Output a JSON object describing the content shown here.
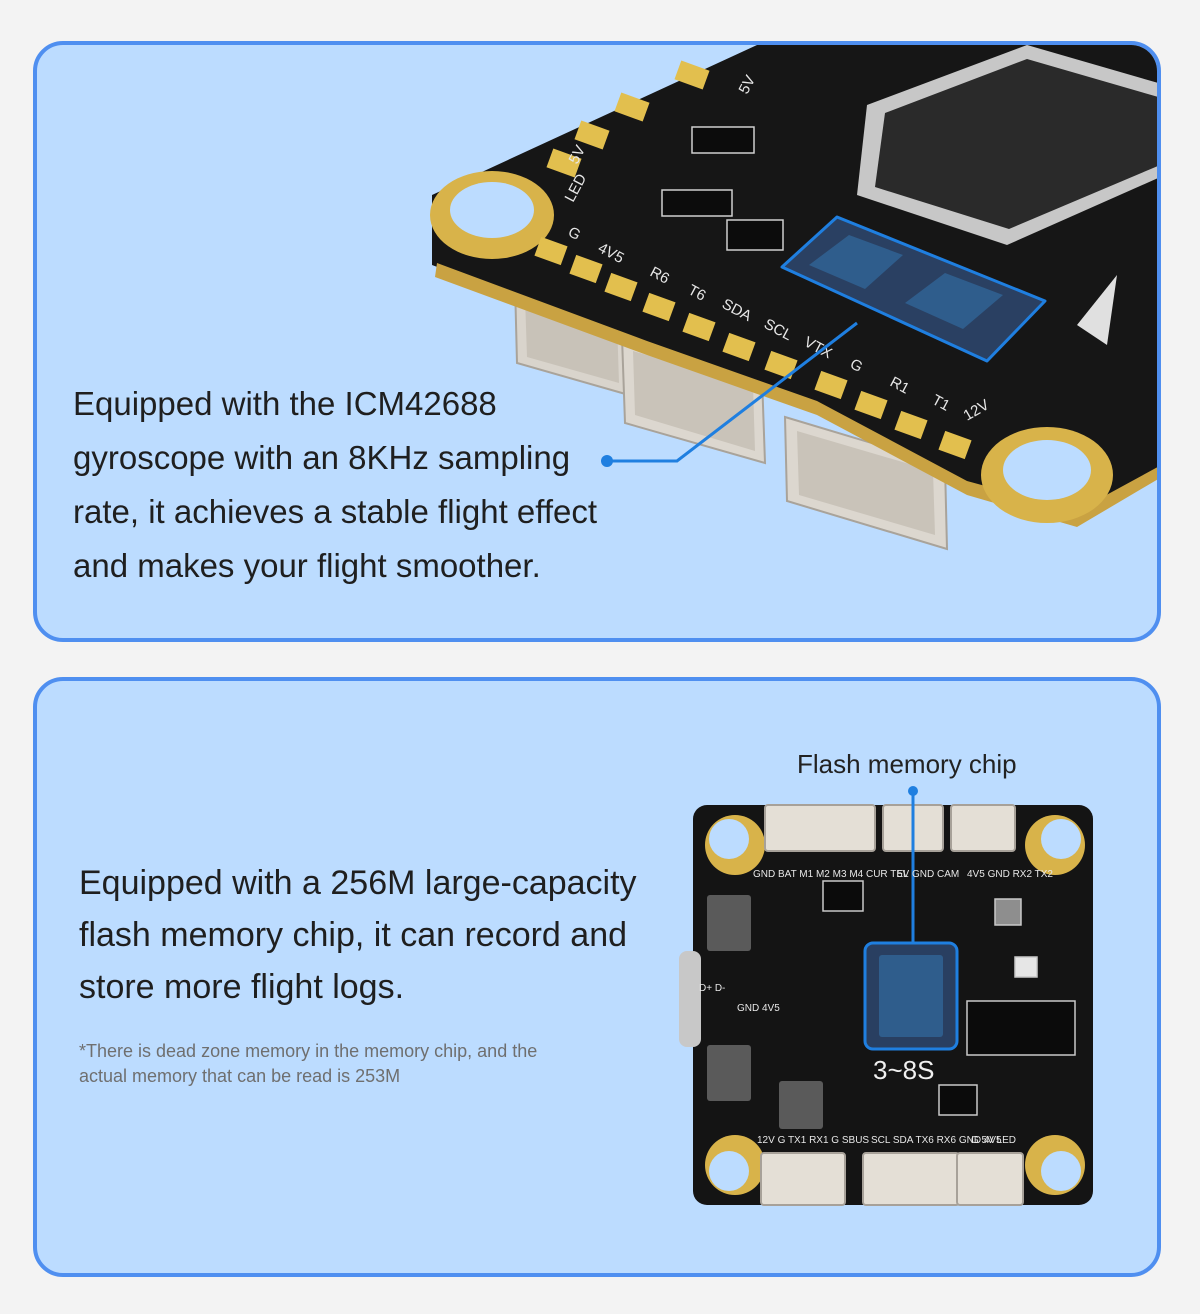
{
  "top_section": {
    "description": "Equipped with the ICM42688 gyroscope with an 8KHz sampling rate, it achieves a stable flight effect and makes your flight smoother.",
    "board_labels": [
      "G",
      "4V5",
      "R6",
      "T6",
      "SDA",
      "SCL",
      "VTX",
      "G",
      "R1",
      "T1",
      "12V",
      "5V",
      "LED",
      "5V"
    ]
  },
  "bottom_section": {
    "description": "Equipped with a 256M large-capacity flash memory chip, it can record and store more flight logs.",
    "footnote": "*There is dead zone memory in the memory chip, and the actual memory that can be read is 253M",
    "callout_label": "Flash memory chip",
    "voltage_label": "3~8S",
    "board_labels": {
      "top_left_pins": "GND BAT M1 M2 M3 M4 CUR TEL",
      "top_mid_pins": "5V GND CAM",
      "top_right_pins": "4V5 GND RX2 TX2",
      "bottom_left_pins": "12V G TX1 RX1 G SBUS",
      "bottom_mid_pins": "SCL SDA TX6 RX6 GND 4V5",
      "bottom_right_pins": "G 5V LED",
      "usb_pins": "D+ D-",
      "mid_pins": "GND 4V5"
    }
  },
  "colors": {
    "panel_fill": "#bcdcff",
    "panel_border": "#4f8ff0",
    "accent_blue": "#1f7fe0",
    "pcb_black": "#151515",
    "gold": "#d8b34a"
  }
}
